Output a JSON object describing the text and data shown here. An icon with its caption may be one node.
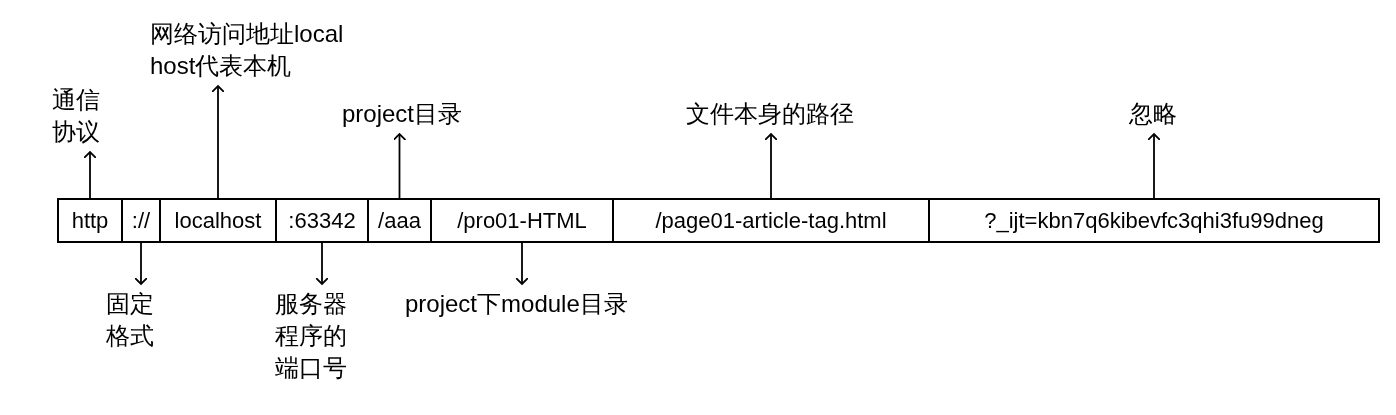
{
  "diagram": {
    "nodes": [
      {
        "text": [
          "http"
        ]
      },
      {
        "text": [
          "://"
        ]
      },
      {
        "text": [
          "localhost"
        ]
      },
      {
        "text": [
          ":63342"
        ]
      },
      {
        "text": [
          "/aaa"
        ]
      },
      {
        "text": [
          "/pro01-HTML"
        ]
      },
      {
        "text": [
          "/page01-article-tag.html"
        ]
      },
      {
        "text": [
          "?_ijt=kbn7q6kibevfc3qhi3fu99dneg"
        ]
      },
      {
        "text": [
          "通信协议"
        ]
      },
      {
        "text": [
          "网络访问地址localhost代表本机"
        ]
      },
      {
        "text": [
          "project目录"
        ]
      },
      {
        "text": [
          "文件本身的路径"
        ]
      },
      {
        "text": [
          "忽略"
        ]
      },
      {
        "text": [
          "固定格式"
        ]
      },
      {
        "text": [
          "服务器程序的端口号"
        ]
      },
      {
        "text": [
          "project下module目录"
        ]
      }
    ],
    "edges": [
      {
        "from": 0,
        "to": 8,
        "arrow": "to"
      },
      {
        "from": 2,
        "to": 9,
        "arrow": "to"
      },
      {
        "from": 4,
        "to": 10,
        "arrow": "to"
      },
      {
        "from": 6,
        "to": 11,
        "arrow": "to"
      },
      {
        "from": 7,
        "to": 12,
        "arrow": "to"
      },
      {
        "from": 1,
        "to": 13,
        "arrow": "to"
      },
      {
        "from": 3,
        "to": 14,
        "arrow": "to"
      },
      {
        "from": 5,
        "to": 15,
        "arrow": "to"
      }
    ]
  }
}
